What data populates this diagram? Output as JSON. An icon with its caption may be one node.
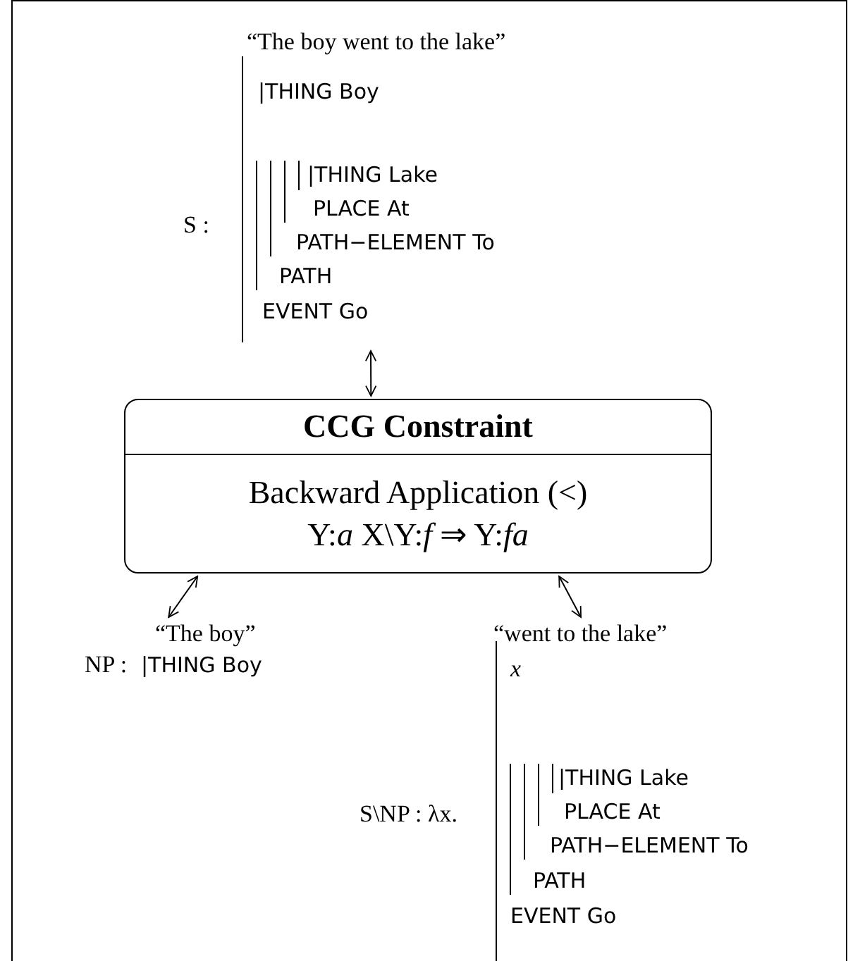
{
  "diagram": {
    "nodes": [
      {
        "text": [
          "“The boy went to the lake”",
          "S :",
          "|THING Boy",
          "|THING Lake",
          "PLACE At",
          "PATH−ELEMENT To",
          "PATH",
          "EVENT Go"
        ]
      },
      {
        "text": [
          "CCG Constraint",
          "Backward Application (<)",
          "Y:*a* X\\Y:*f* ⇒ Y:*fa*"
        ]
      },
      {
        "text": [
          "“The boy”",
          "NP :",
          "|THING Boy"
        ]
      },
      {
        "text": [
          "“went to the lake”",
          "S\\NP : λx.",
          "x",
          "|THING Lake",
          "PLACE At",
          "PATH−ELEMENT To",
          "PATH",
          "EVENT Go"
        ]
      }
    ],
    "edges": [
      {
        "from": 0,
        "to": 1,
        "arrow": "both"
      },
      {
        "from": 1,
        "to": 2,
        "arrow": "both"
      },
      {
        "from": 1,
        "to": 3,
        "arrow": "both"
      }
    ]
  }
}
